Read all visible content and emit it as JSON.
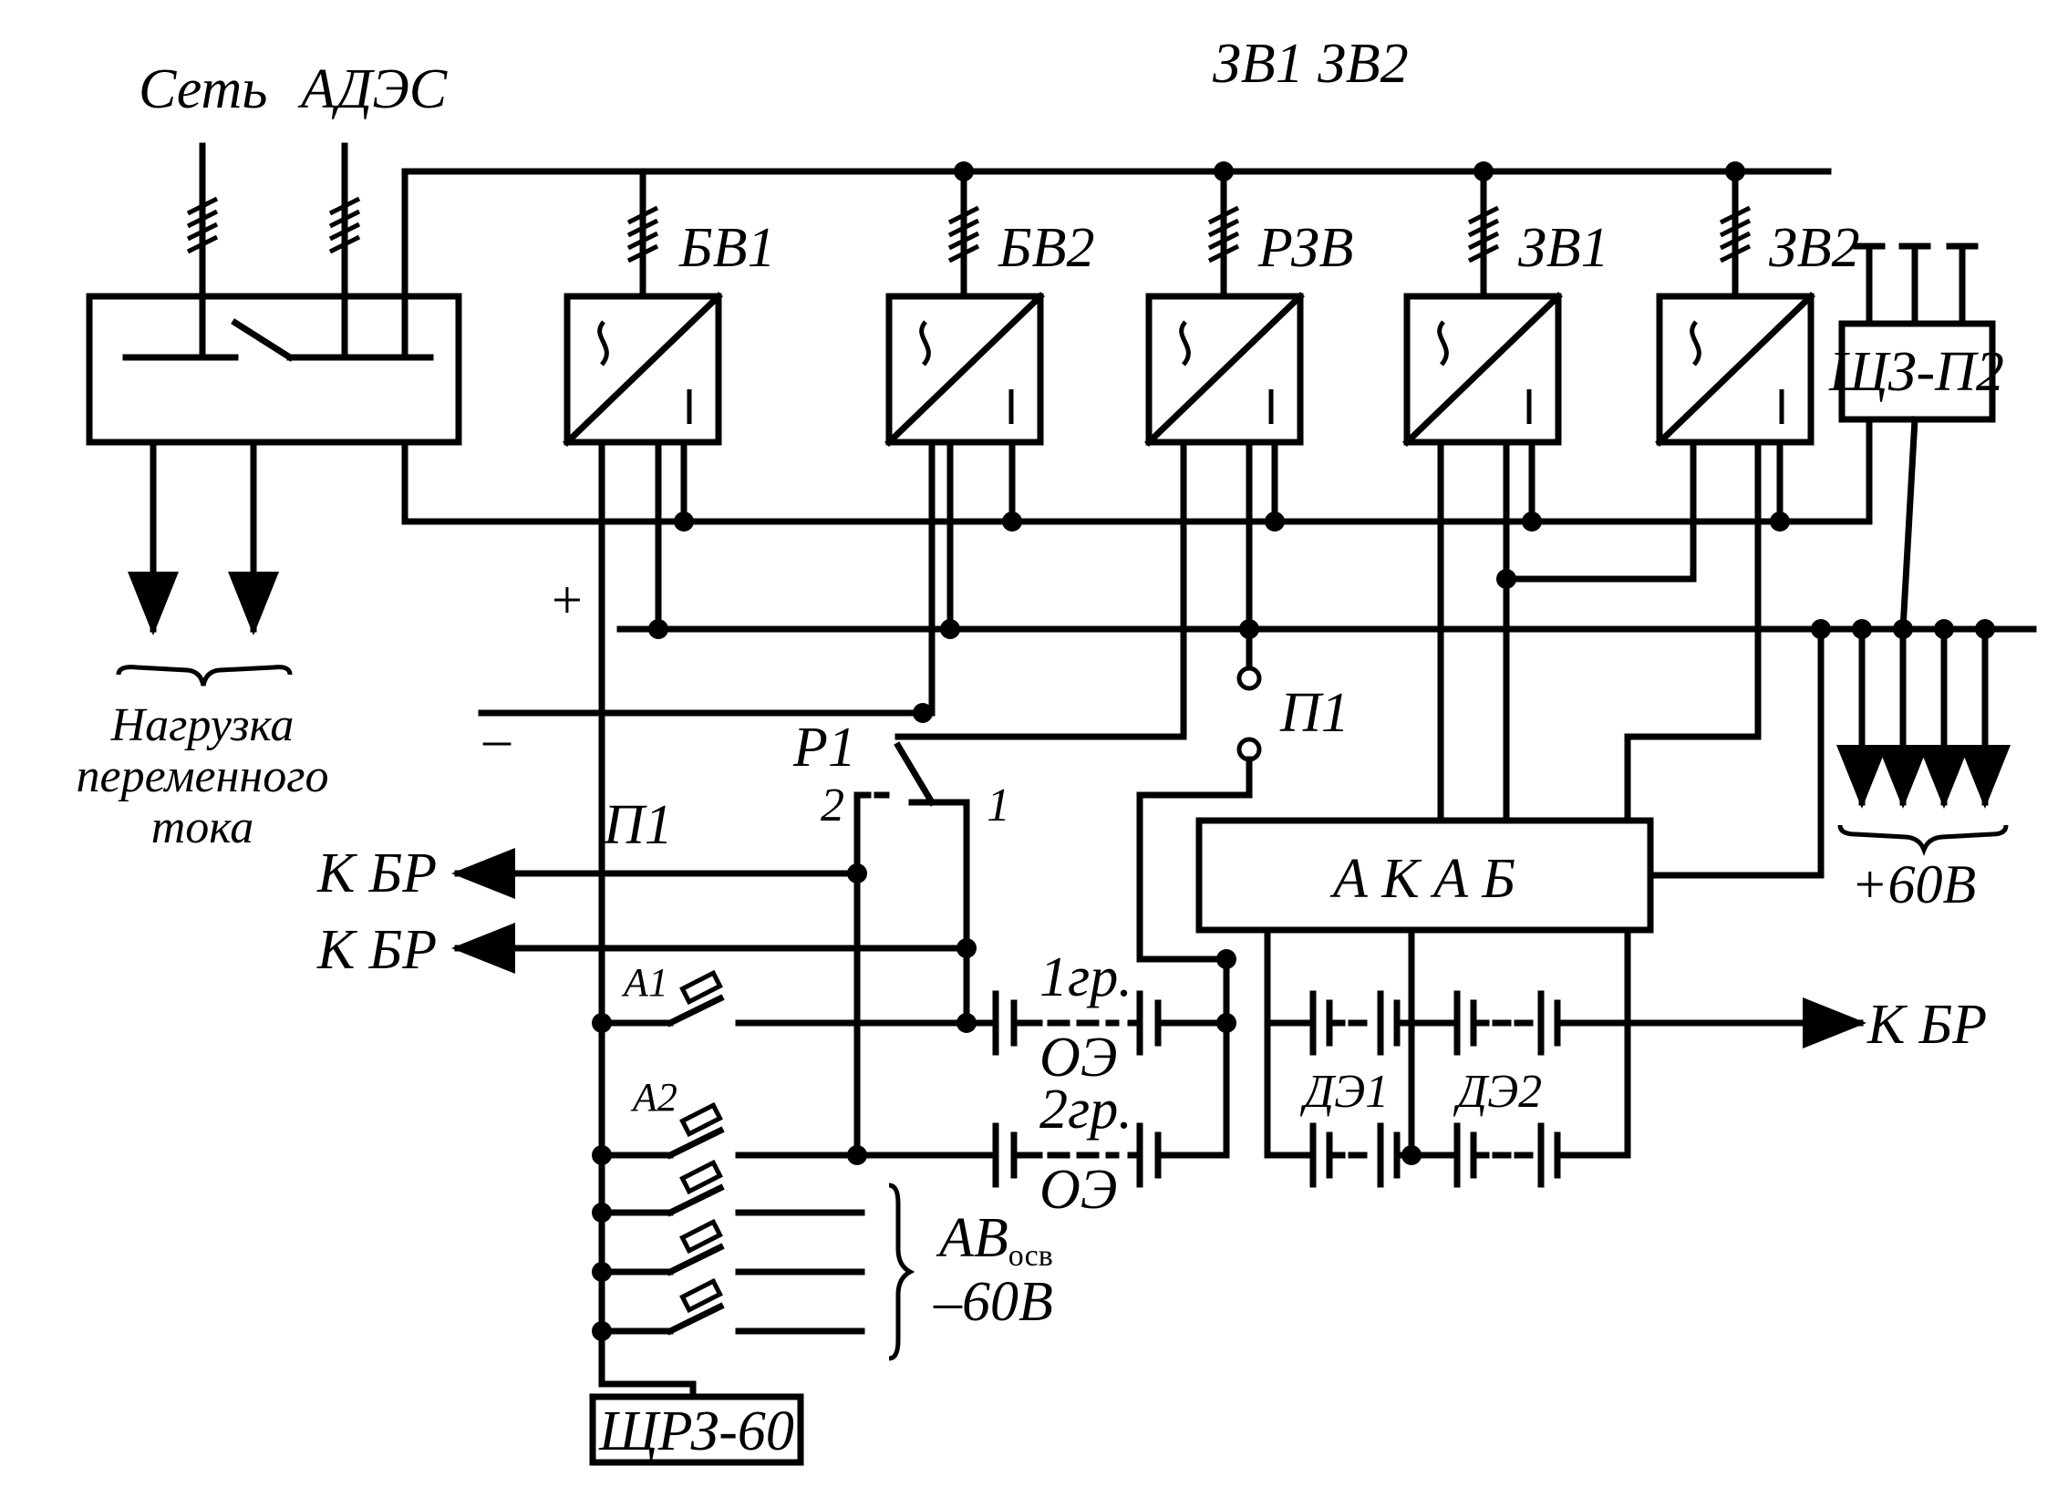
{
  "inputs": {
    "grid": "Сеть",
    "ades": "АДЭС"
  },
  "header_note": "ЗВ1 ЗВ2",
  "rectifiers": [
    "БВ1",
    "БВ2",
    "РЗВ",
    "ЗВ1",
    "ЗВ2"
  ],
  "panels": {
    "shz": "ЩЗ-П2",
    "shrz": "ЩРЗ-60",
    "akab": "А К А Б"
  },
  "ac_load": [
    "Нагрузка",
    "переменного",
    "тока"
  ],
  "polarity": {
    "plus": "+",
    "minus": "–"
  },
  "contacts": {
    "p1_right": "П1",
    "p1_left": "П1",
    "r1": "Р1",
    "r1_pos2": "2",
    "r1_pos1": "1"
  },
  "to_br": [
    "К БР",
    "К БР",
    "К БР"
  ],
  "switches": [
    "А1",
    "А2"
  ],
  "batteries": {
    "group1": [
      "1гр.",
      "ОЭ"
    ],
    "group2": [
      "2гр.",
      "ОЭ"
    ],
    "de1": "ДЭ1",
    "de2": "ДЭ2"
  },
  "lighting": {
    "av": "АВ",
    "av_sub": "осв",
    "voltage": "–60В"
  },
  "output_voltage": "+60В"
}
